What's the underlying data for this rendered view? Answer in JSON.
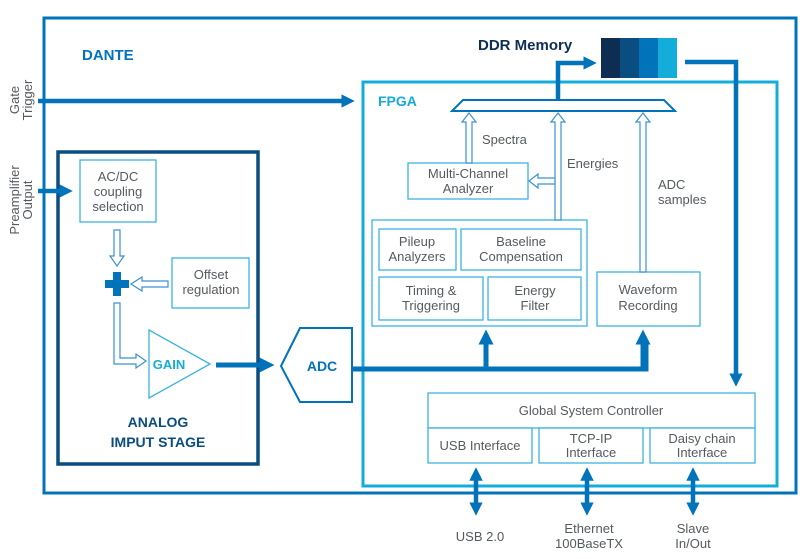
{
  "colors": {
    "dante_border": "#0073bb",
    "fpga_border": "#14acd9",
    "analog_border": "#0a4d80",
    "light_box": "#3bb3e0",
    "arrow": "#0073bb",
    "text_gray": "#555a5f",
    "ddr_segments": [
      "#0d2e52",
      "#0a4d80",
      "#0073bb",
      "#14acd9"
    ]
  },
  "labels": {
    "dante": "DANTE",
    "fpga": "FPGA",
    "ddr_memory": "DDR Memory",
    "gate_trigger": [
      "Gate",
      "Trigger"
    ],
    "preamp_output": [
      "Preamplifier",
      "Output"
    ],
    "spectra": "Spectra",
    "energies": "Energies",
    "adc_samples": [
      "ADC",
      "samples"
    ],
    "analog_stage": [
      "ANALOG",
      "IMPUT STAGE"
    ]
  },
  "blocks": {
    "acdc": [
      "AC/DC",
      "coupling",
      "selection"
    ],
    "offset": [
      "Offset",
      "regulation"
    ],
    "gain": "GAIN",
    "adc": "ADC",
    "mca": [
      "Multi-Channel",
      "Analyzer"
    ],
    "pileup": [
      "Pileup",
      "Analyzers"
    ],
    "baseline": [
      "Baseline",
      "Compensation"
    ],
    "timing": [
      "Timing &",
      "Triggering"
    ],
    "energy_filter": [
      "Energy",
      "Filter"
    ],
    "waveform": [
      "Waveform",
      "Recording"
    ],
    "gsc": "Global System Controller",
    "usb_if": "USB Interface",
    "tcp_if": [
      "TCP-IP",
      "Interface"
    ],
    "daisy_if": [
      "Daisy chain",
      "Interface"
    ]
  },
  "external": {
    "usb": "USB 2.0",
    "ethernet": [
      "Ethernet",
      "100BaseTX"
    ],
    "slave": [
      "Slave",
      "In/Out"
    ]
  }
}
